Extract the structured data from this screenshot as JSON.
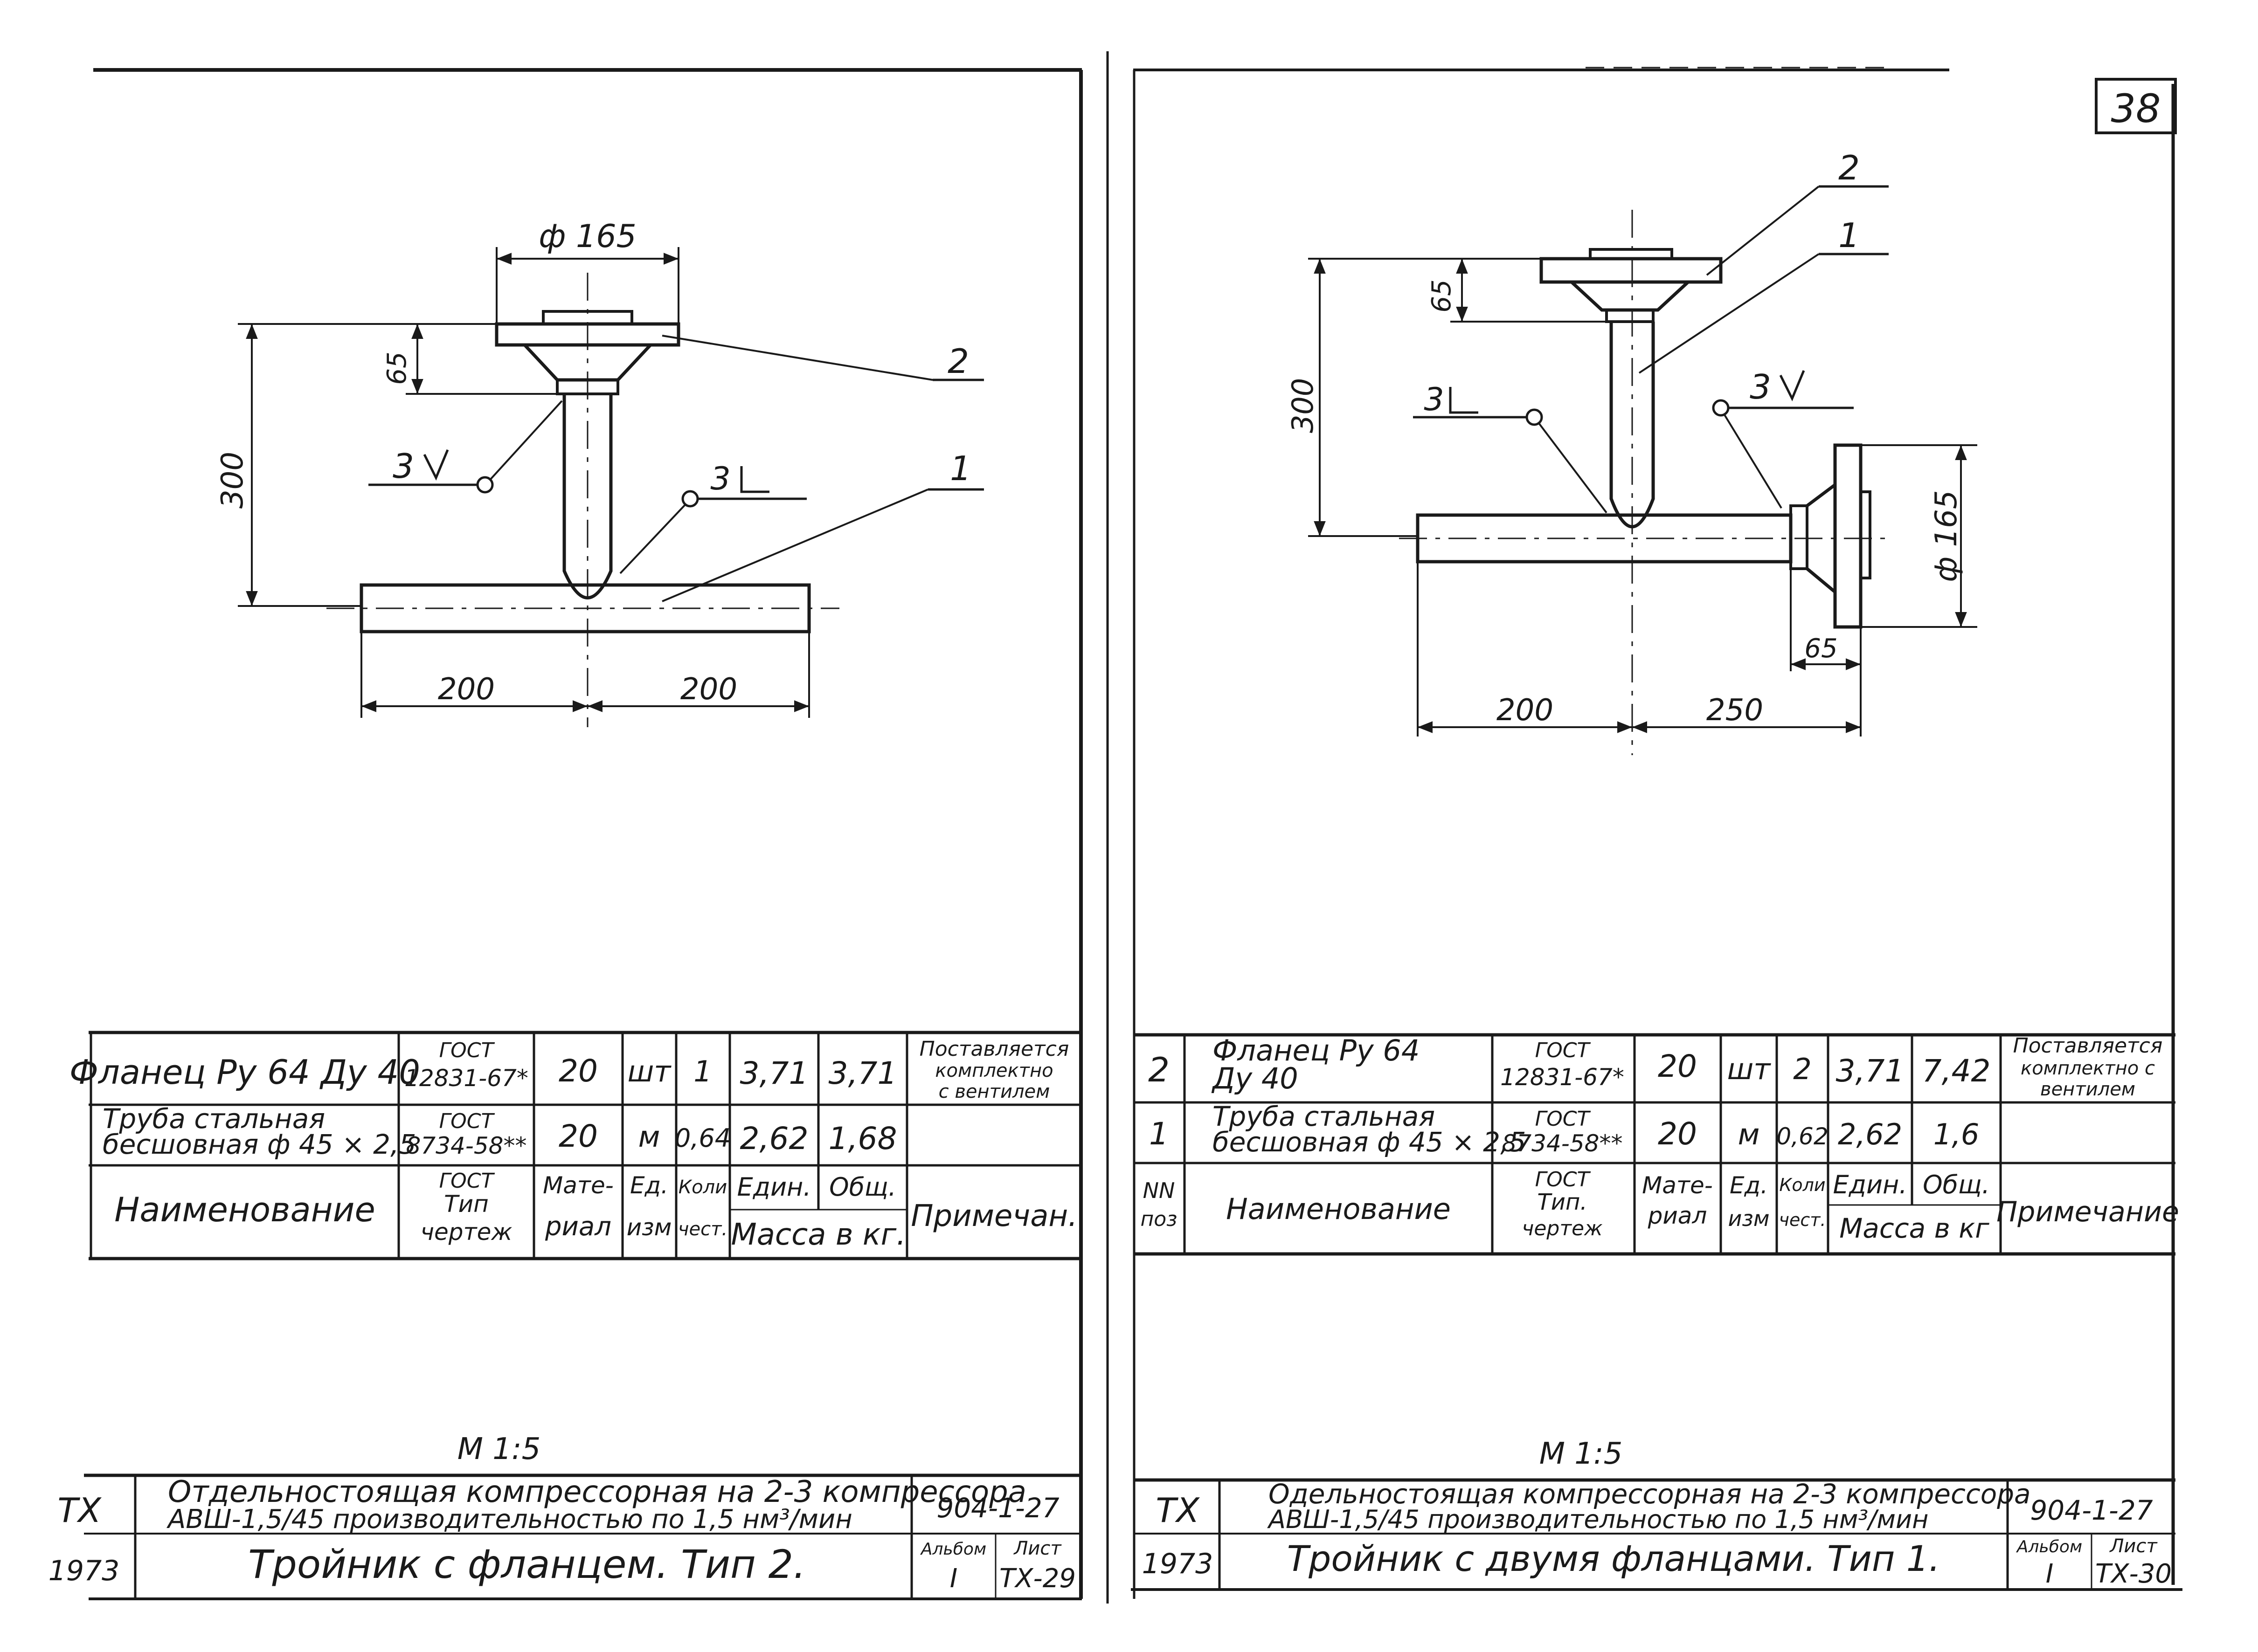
{
  "page_number": "38",
  "left": {
    "drawing": {
      "dim_flange_diameter": "ф 165",
      "dim_height": "300",
      "dim_flange_height": "65",
      "dim_left": "200",
      "dim_right": "200",
      "callout_1": "1",
      "callout_2": "2",
      "weld_a": "3",
      "weld_b": "3"
    },
    "spec": {
      "rows": [
        {
          "name": "Фланец Ру 64 Ду 40",
          "gost_1": "ГОСТ",
          "gost_2": "12831-67*",
          "material": "20",
          "unit": "шт",
          "qty": "1",
          "mass_unit": "3,71",
          "mass_total": "3,71",
          "note_1": "Поставляется",
          "note_2": "комплектно",
          "note_3": "с вентилем"
        },
        {
          "name_1": "Труба стальная",
          "name_2": "бесшовная ф 45 × 2,5",
          "gost_1": "ГОСТ",
          "gost_2": "8734-58**",
          "material": "20",
          "unit": "м",
          "qty": "0,64",
          "mass_unit": "2,62",
          "mass_total": "1,68"
        }
      ],
      "header": {
        "name": "Наименование",
        "gost_1": "ГОСТ",
        "gost_2": "Тип",
        "gost_3": "чертеж",
        "material_1": "Мате-",
        "material_2": "риал",
        "unit_1": "Ед.",
        "unit_2": "изм",
        "qty_1": "Коли",
        "qty_2": "чест.",
        "mass_unit": "Един.",
        "mass_total": "Общ.",
        "mass": "Масса в кг.",
        "note": "Примечан."
      }
    },
    "scale": "М 1:5",
    "title": {
      "code_left": "ТХ",
      "year": "1973",
      "line1": "Отдельностоящая компрессорная на 2-3 компрессора",
      "line2": "АВШ-1,5/45 производительностью по 1,5 нм³/мин",
      "doc": "904-1-27",
      "name": "Тройник с фланцем. Тип 2.",
      "album_label": "Альбом",
      "album": "I",
      "sheet_label": "Лист",
      "sheet": "ТХ-29"
    }
  },
  "right": {
    "drawing": {
      "dim_flange_diameter": "ф 165",
      "dim_height": "300",
      "dim_flange_height": "65",
      "dim_flange_height_2": "65",
      "dim_left": "200",
      "dim_right": "250",
      "callout_1": "1",
      "callout_2": "2",
      "weld_a": "3",
      "weld_b": "3"
    },
    "spec": {
      "rows": [
        {
          "pos": "2",
          "name_1": "Фланец Ру 64",
          "name_2": "Ду 40",
          "gost_1": "ГОСТ",
          "gost_2": "12831-67*",
          "material": "20",
          "unit": "шт",
          "qty": "2",
          "mass_unit": "3,71",
          "mass_total": "7,42",
          "note_1": "Поставляется",
          "note_2": "комплектно с",
          "note_3": "вентилем"
        },
        {
          "pos": "1",
          "name_1": "Труба стальная",
          "name_2": "бесшовная ф 45 × 2,5",
          "gost_1": "ГОСТ",
          "gost_2": "8734-58**",
          "material": "20",
          "unit": "м",
          "qty": "0,62",
          "mass_unit": "2,62",
          "mass_total": "1,6"
        }
      ],
      "header": {
        "pos_1": "NN",
        "pos_2": "поз",
        "name": "Наименование",
        "gost_1": "ГОСТ",
        "gost_2": "Тип.",
        "gost_3": "чертеж",
        "material_1": "Мате-",
        "material_2": "риал",
        "unit_1": "Ед.",
        "unit_2": "изм",
        "qty_1": "Коли",
        "qty_2": "чест.",
        "mass_unit": "Един.",
        "mass_total": "Общ.",
        "mass": "Масса в кг",
        "note": "Примечание"
      }
    },
    "scale": "М 1:5",
    "title": {
      "code_left": "ТХ",
      "year": "1973",
      "line1": "Одельностоящая компрессорная на 2-3 компрессора",
      "line2": "АВШ-1,5/45 производительностью по 1,5 нм³/мин",
      "doc": "904-1-27",
      "name": "Тройник с двумя фланцами. Тип 1.",
      "album_label": "Альбом",
      "album": "I",
      "sheet_label": "Лист",
      "sheet": "ТХ-30"
    }
  }
}
